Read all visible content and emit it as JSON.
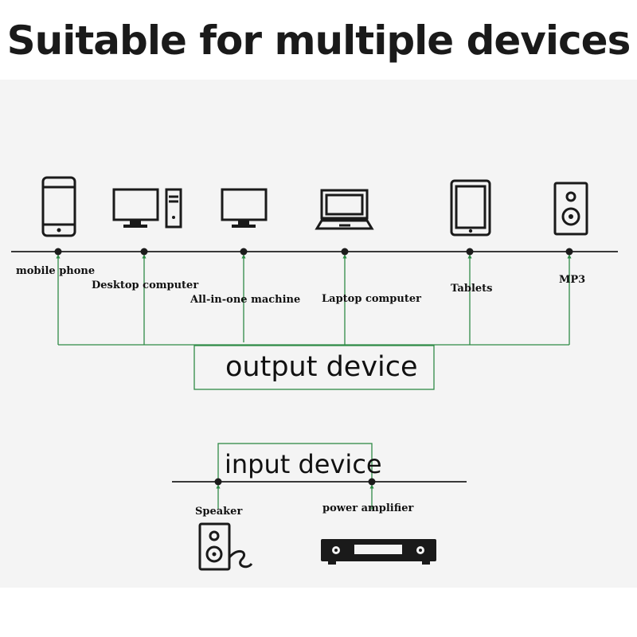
{
  "title": "Suitable for multiple devices",
  "output_group": {
    "label": "output device",
    "devices": [
      {
        "label": "mobile phone",
        "icon": "mobile-phone-icon"
      },
      {
        "label": "Desktop computer",
        "icon": "desktop-computer-icon"
      },
      {
        "label": "All-in-one machine",
        "icon": "all-in-one-icon"
      },
      {
        "label": "Laptop computer",
        "icon": "laptop-icon"
      },
      {
        "label": "Tablets",
        "icon": "tablet-icon"
      },
      {
        "label": "MP3",
        "icon": "speaker-icon"
      }
    ]
  },
  "input_group": {
    "label": "input device",
    "devices": [
      {
        "label": "Speaker",
        "icon": "speaker-cable-icon"
      },
      {
        "label": "power amplifier",
        "icon": "power-amplifier-icon"
      }
    ]
  },
  "colors": {
    "wire": "#2f8a46",
    "bus": "#3a3a3a",
    "panel": "#f4f4f4"
  }
}
